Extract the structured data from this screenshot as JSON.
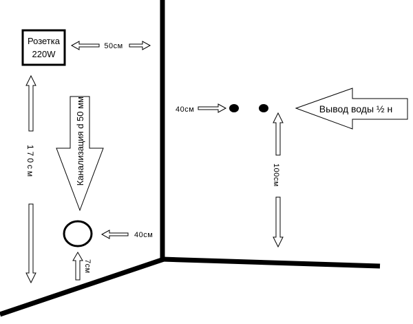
{
  "socket": {
    "line1": "Розетка",
    "line2": "220W"
  },
  "dimensions": {
    "socket_to_wall": "50см",
    "socket_height": "170см",
    "water_from_wall": "40см",
    "water_height": "100см",
    "drain_from_wall": "40см",
    "drain_height": "7см"
  },
  "labels": {
    "sewer": "Канализация  d 50 мм",
    "water_outlet": "Вывод воды ½ н"
  },
  "colors": {
    "line": "#000000",
    "background": "#ffffff"
  }
}
